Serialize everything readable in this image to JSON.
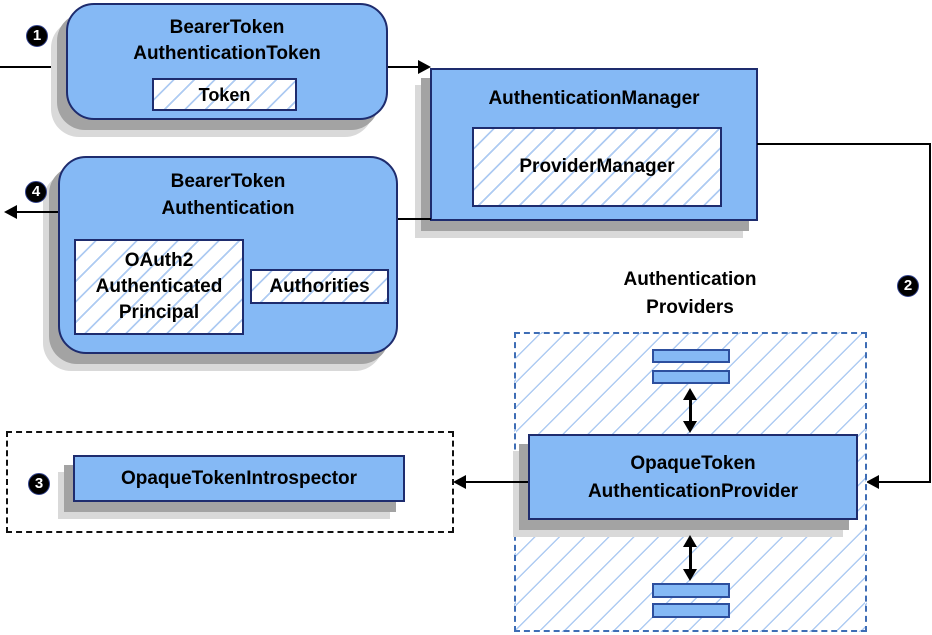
{
  "steps": {
    "s1": "1",
    "s2": "2",
    "s3": "3",
    "s4": "4"
  },
  "nodes": {
    "bearer_token_authentication_token": {
      "line1": "BearerToken",
      "line2": "AuthenticationToken",
      "token_label": "Token"
    },
    "authentication_manager": {
      "title": "AuthenticationManager",
      "provider_manager_label": "ProviderManager"
    },
    "bearer_token_authentication": {
      "line1": "BearerToken",
      "line2": "Authentication",
      "principal_lines": [
        "OAuth2",
        "Authenticated",
        "Principal"
      ],
      "authorities_label": "Authorities"
    },
    "authentication_providers": {
      "label_lines": [
        "Authentication",
        "Providers"
      ]
    },
    "opaque_token_authentication_provider": {
      "line1": "OpaqueToken",
      "line2": "AuthenticationProvider"
    },
    "opaque_token_introspector": {
      "label": "OpaqueTokenIntrospector"
    }
  },
  "colors": {
    "node_fill": "#85b9f5",
    "node_border": "#1e2c6e",
    "bar_border": "#2d4f9e",
    "hatch_line": "#aecbf2",
    "dash_blue": "#3e6db5",
    "line_black": "#000000",
    "shadow_dark": "#a3a3a3",
    "shadow_light": "#d9d9d9",
    "text_color": "#000000"
  }
}
